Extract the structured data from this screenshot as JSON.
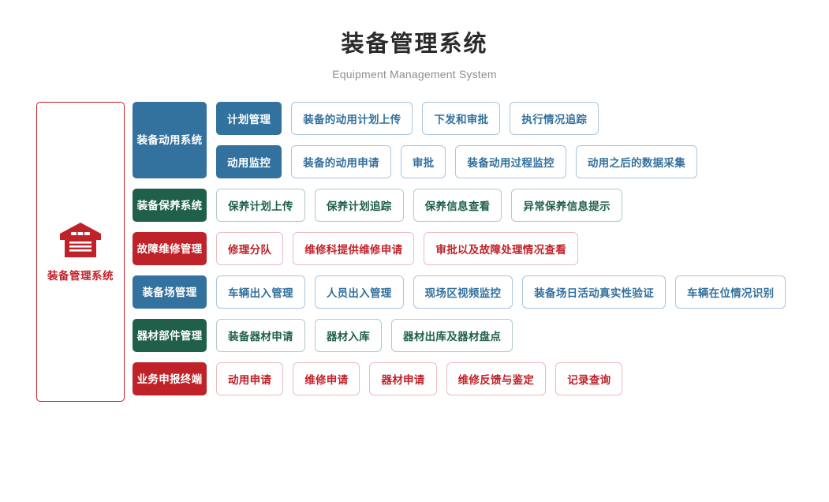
{
  "header": {
    "title": "装备管理系统",
    "subtitle": "Equipment Management System"
  },
  "left_panel": {
    "icon": "warehouse-icon",
    "label": "装备管理系统",
    "border_color": "#c0222a",
    "text_color": "#c0222a"
  },
  "colors": {
    "blue_fill": "#33719e",
    "green_fill": "#20604b",
    "red_fill": "#c0222a",
    "blue_outline_border": "#a9c5dc",
    "green_outline_border": "#b2cbc2",
    "red_outline_border": "#eabcbe",
    "title_color": "#2b2b2b",
    "subtitle_color": "#8e8e8e"
  },
  "rows": [
    {
      "group": "装备动用系统",
      "theme": "blue",
      "subgroups": [
        {
          "label": "计划管理",
          "items": [
            "装备的动用计划上传",
            "下发和审批",
            "执行情况追踪"
          ]
        },
        {
          "label": "动用监控",
          "items": [
            "装备的动用申请",
            "审批",
            "装备动用过程监控",
            "动用之后的数据采集"
          ]
        }
      ]
    },
    {
      "group": "装备保养系统",
      "theme": "green",
      "items": [
        "保养计划上传",
        "保养计划追踪",
        "保养信息查看",
        "异常保养信息提示"
      ]
    },
    {
      "group": "故障维修管理",
      "theme": "red",
      "items": [
        "修理分队",
        "维修科提供维修申请",
        "审批以及故障处理情况查看"
      ]
    },
    {
      "group": "装备场管理",
      "theme": "blue",
      "items": [
        "车辆出入管理",
        "人员出入管理",
        "现场区视频监控",
        "装备场日活动真实性验证",
        "车辆在位情况识别"
      ]
    },
    {
      "group": "器材部件管理",
      "theme": "green",
      "items": [
        "装备器材申请",
        "器材入库",
        "器材出库及器材盘点"
      ]
    },
    {
      "group": "业务申报终端",
      "theme": "red",
      "items": [
        "动用申请",
        "维修申请",
        "器材申请",
        "维修反馈与鉴定",
        "记录查询"
      ]
    }
  ]
}
